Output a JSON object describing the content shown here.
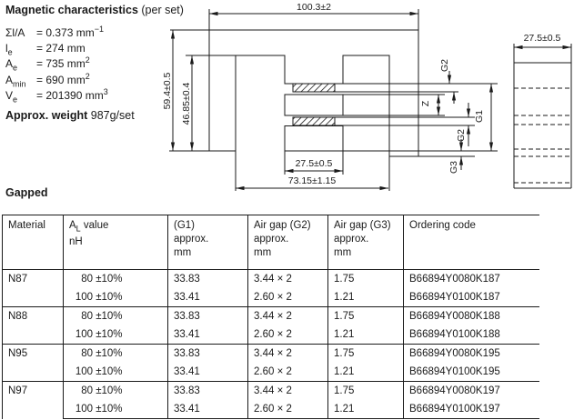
{
  "magnetic": {
    "title": "Magnetic characteristics",
    "title_suffix": " (per set)",
    "params": [
      {
        "sym": "Σl/A",
        "sub": "",
        "val": "= 0.373 mm",
        "sup": "−1"
      },
      {
        "sym": "l",
        "sub": "e",
        "val": "= 274 mm",
        "sup": ""
      },
      {
        "sym": "A",
        "sub": "e",
        "val": "= 735 mm",
        "sup": "2"
      },
      {
        "sym": "A",
        "sub": "min",
        "val": "= 690 mm",
        "sup": "2"
      },
      {
        "sym": "V",
        "sub": "e",
        "val": "= 201390 mm",
        "sup": "3"
      }
    ],
    "weight_label": "Approx. weight",
    "weight_value": " 987g/set"
  },
  "drawing": {
    "dim_width": "100.3±2",
    "dim_height": "59.4±0.5",
    "dim_window": "46.85±0.4",
    "dim_center_leg": "27.5±0.5",
    "dim_leg_span": "73.15±1.15",
    "dim_depth": "27.5±0.5",
    "gap_g2_top": "G2",
    "gap_z": "Z",
    "gap_g2_bot": "G2",
    "gap_g1": "G1",
    "gap_g3": "G3"
  },
  "section": {
    "label": "Gapped"
  },
  "table": {
    "headers": {
      "material": "Material",
      "al_pre": "A",
      "al_sub": "L",
      "al_post": " value",
      "al_unit": "nH",
      "g1_l1": "(G1)",
      "g1_l2": "approx.",
      "g1_l3": "mm",
      "g2_l1": "Air gap (G2)",
      "g2_l2": "approx.",
      "g2_l3": "mm",
      "g3_l1": "Air gap (G3)",
      "g3_l2": "approx.",
      "g3_l3": "mm",
      "ordering": "Ordering code"
    },
    "groups": [
      {
        "material": "N87",
        "rows": [
          {
            "al_num": "80",
            "al_tol": " ±10%",
            "g1": "33.83",
            "g2": "3.44 × 2",
            "g3": "1.75",
            "code": "B66894Y0080K187"
          },
          {
            "al_num": "100",
            "al_tol": " ±10%",
            "g1": "33.41",
            "g2": "2.60 × 2",
            "g3": "1.21",
            "code": "B66894Y0100K187"
          }
        ]
      },
      {
        "material": "N88",
        "rows": [
          {
            "al_num": "80",
            "al_tol": " ±10%",
            "g1": "33.83",
            "g2": "3.44 × 2",
            "g3": "1.75",
            "code": "B66894Y0080K188"
          },
          {
            "al_num": "100",
            "al_tol": " ±10%",
            "g1": "33.41",
            "g2": "2.60 × 2",
            "g3": "1.21",
            "code": "B66894Y0100K188"
          }
        ]
      },
      {
        "material": "N95",
        "rows": [
          {
            "al_num": "80",
            "al_tol": " ±10%",
            "g1": "33.83",
            "g2": "3.44 × 2",
            "g3": "1.75",
            "code": "B66894Y0080K195"
          },
          {
            "al_num": "100",
            "al_tol": " ±10%",
            "g1": "33.41",
            "g2": "2.60 × 2",
            "g3": "1.21",
            "code": "B66894Y0100K195"
          }
        ]
      },
      {
        "material": "N97",
        "rows": [
          {
            "al_num": "80",
            "al_tol": " ±10%",
            "g1": "33.83",
            "g2": "3.44 × 2",
            "g3": "1.75",
            "code": "B66894Y0080K197"
          },
          {
            "al_num": "100",
            "al_tol": " ±10%",
            "g1": "33.41",
            "g2": "2.60 × 2",
            "g3": "1.21",
            "code": "B66894Y0100K197"
          }
        ]
      }
    ]
  }
}
